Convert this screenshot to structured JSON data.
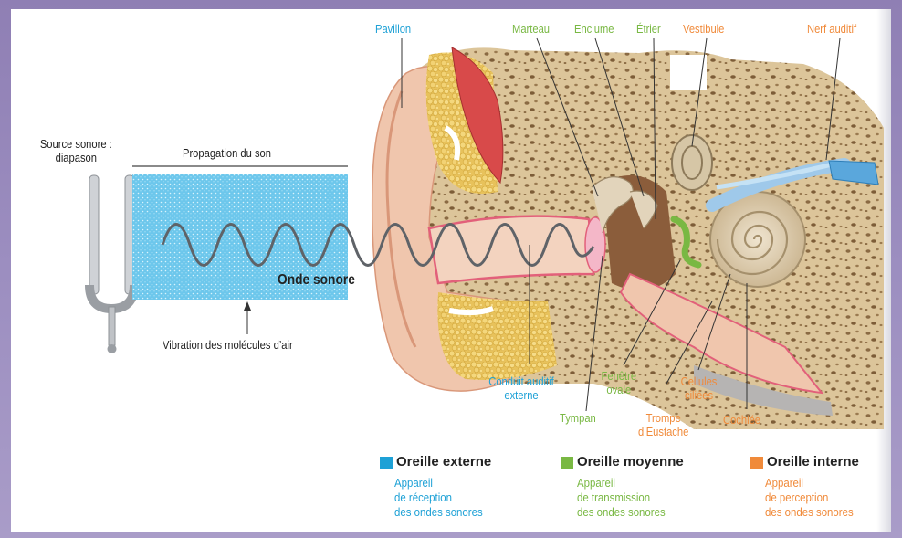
{
  "labels": {
    "source": "Source sonore :",
    "source_2": "diapason",
    "propagation": "Propagation du son",
    "vibration": "Vibration des molécules d’air",
    "onde": "Onde sonore",
    "pavillon": "Pavillon",
    "marteau": "Marteau",
    "enclume": "Enclume",
    "etrier": "Étrier",
    "vestibule": "Vestibule",
    "nerf": "Nerf auditif",
    "conduit_1": "Conduit auditif",
    "conduit_2": "externe",
    "tympan": "Tympan",
    "fenetre_1": "Fenêtre",
    "fenetre_2": "ovale",
    "trompe_1": "Trompe",
    "trompe_2": "d’Eustache",
    "cellules_1": "Cellules",
    "cellules_2": "ciliées",
    "cochlee": "Cochlée"
  },
  "legend": [
    {
      "title": "Oreille externe",
      "desc": "Appareil\nde réception\ndes ondes sonores",
      "color": "#1ea1d6"
    },
    {
      "title": "Oreille moyenne",
      "desc": "Appareil\nde transmission\ndes ondes sonores",
      "color": "#79b843"
    },
    {
      "title": "Oreille interne",
      "desc": "Appareil\nde perception\ndes ondes sonores",
      "color": "#f08a3a"
    }
  ],
  "colors": {
    "outer": "#1ea1d6",
    "middle": "#79b843",
    "inner": "#f08a3a",
    "air": "#7fd0ef",
    "skin": "#f0c6ad",
    "bone": "#d8c39b"
  }
}
